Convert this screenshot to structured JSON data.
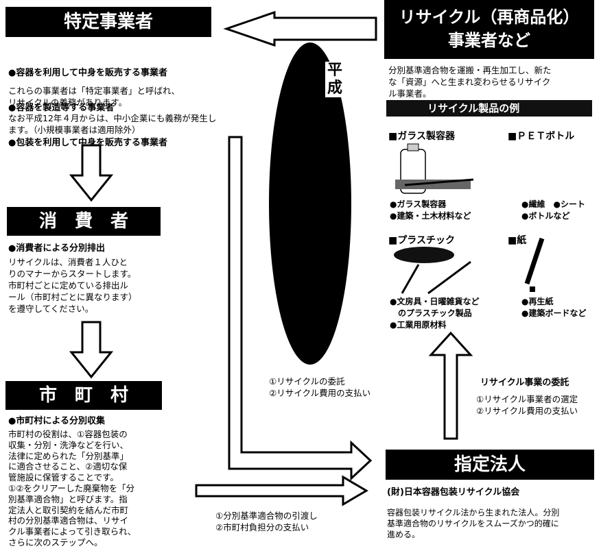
{
  "specified_business": {
    "title": "特定事業者",
    "bullets": [
      "●容器を利用して中身を販売する事業者",
      "●容器を製造等する事業者",
      "●包装を利用して中身を販売する事業者"
    ],
    "desc": "これらの事業者は「特定事業者」と呼ばれ、\nリサイクルの義務があります。",
    "note": "なお平成12年４月からは、中小企業にも義務が発生し\nます。（小規模事業者は適用除外）"
  },
  "consumer": {
    "title": "消　費　者",
    "subhead": "●消費者による分別排出",
    "desc": "リサイクルは、消費者１人ひと\nりのマナーからスタートします。\n市町村ごとに定めている排出ル\nール（市町村ごとに異なります）\nを遵守してください。"
  },
  "municipality": {
    "title": "市　町　村",
    "subhead": "●市町村による分別収集",
    "desc": "市町村の役割は、①容器包装の\n収集・分別・洗浄などを行い、\n法律に定められた「分別基準」\nに適合させること、②適切な保\n管施設に保管することです。\n①②をクリアーした廃棄物を「分\n別基準適合物」と呼びます。指\n定法人と取引契約を結んだ市町\n村の分別基準適合物は、リサイ\nクル事業者によって引き取られ、\nさらに次のステップへ。"
  },
  "recycler": {
    "title_line1": "リサイクル（再商品化）",
    "title_line2": "事業者など",
    "desc": "分別基準適合物を運搬・再生加工し、新た\nな「資源」へと生まれ変わらせるリサイク\nル事業者。",
    "examples_title": "リサイクル製品の例",
    "glass_title": "■ガラス製容器",
    "glass_items": "●ガラス製容器\n●建築・土木材料など",
    "pet_title": "■ＰＥＴボトル",
    "pet_items": "●繊維　●シート\n●ボトルなど",
    "plastic_title": "■プラスチック",
    "plastic_items": "●文房具・日曜雑貨など\n　のプラスチック製品\n●工業用原材料",
    "paper_title": "■紙",
    "paper_items": "●再生紙\n●建築ボードなど"
  },
  "designated_corp": {
    "title": "指定法人",
    "org": "(財)日本容器包装リサイクル協会",
    "desc": "容器包装リサイクル法から生まれた法人。分別\n基準適合物のリサイクルをスムーズかつ的確に\n進める。"
  },
  "flows": {
    "center_label": "①リサイクルの委託\n②リサイクル費用の支払い",
    "right_title": "リサイクル事業の委託",
    "right_label": "①リサイクル事業者の選定\n②リサイクル費用の支払い",
    "bottom_label": "①分別基準適合物の引渡し\n②市町村負担分の支払い"
  },
  "oval_text": "平成"
}
